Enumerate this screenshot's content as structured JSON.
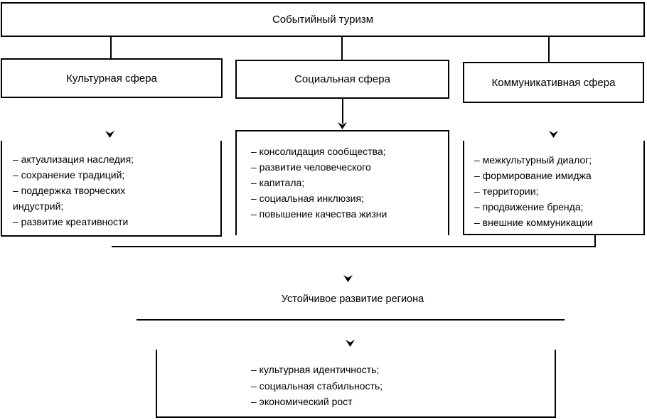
{
  "diagram": {
    "root": {
      "label": "Событийный туризм"
    },
    "spheres": [
      {
        "label": "Культурная сфера",
        "items": [
          "– актуализация наследия;",
          "– сохранение традиций;",
          "– поддержка творческих",
          "индустрий;",
          "– развитие креативности"
        ]
      },
      {
        "label": "Социальная сфера",
        "items": [
          "– консолидация сообщества;",
          "– развитие человеческого",
          "– капитала;",
          "– социальная инклюзия;",
          "– повышение качества жизни"
        ]
      },
      {
        "label": "Коммуникативная сфера",
        "items": [
          "– межкультурный диалог;",
          "– формирование имиджа",
          "– территории;",
          "– продвижение бренда;",
          "– внешние коммуникации"
        ]
      }
    ],
    "outcome": {
      "label": "Устойчивое развитие региона"
    },
    "results": {
      "items": [
        "– культурная идентичность;",
        "– социальная стабильность;",
        "– экономический рост"
      ]
    },
    "colors": {
      "line": "#000000",
      "background": "#ffffff",
      "text": "#000000"
    }
  }
}
